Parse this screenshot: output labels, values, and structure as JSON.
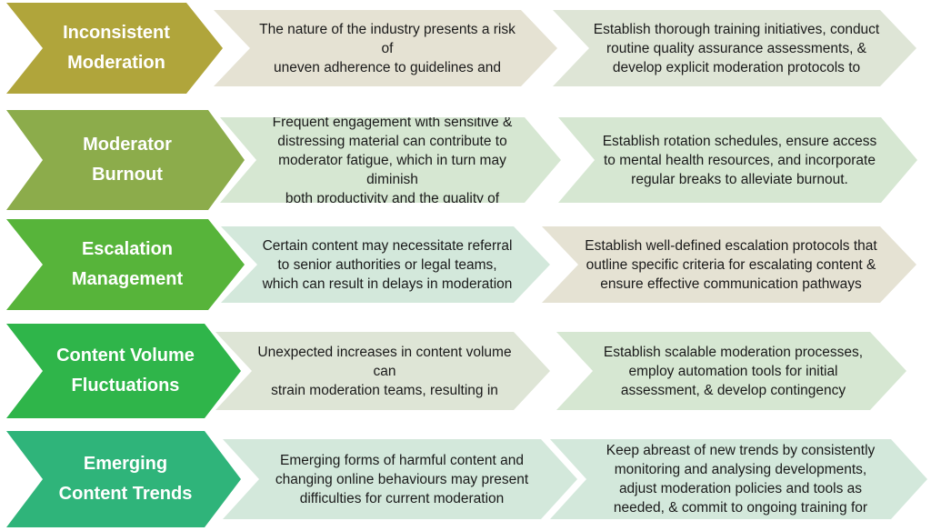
{
  "diagram": {
    "rows": [
      {
        "title_lines": [
          "Inconsistent",
          "Moderation"
        ],
        "title_color": "#B0A53B",
        "challenge_lines": [
          "The nature of the industry presents a risk of",
          "uneven adherence to guidelines and"
        ],
        "challenge_color": "#E5E2D3",
        "solution_lines": [
          "Establish thorough training initiatives, conduct",
          "routine quality assurance assessments, &",
          "develop explicit moderation protocols to"
        ],
        "solution_color": "#DEE5D6"
      },
      {
        "title_lines": [
          "Moderator",
          "Burnout"
        ],
        "title_color": "#8CAC4B",
        "challenge_lines": [
          "Frequent engagement with sensitive &",
          "distressing material can contribute to",
          "moderator fatigue, which in turn may diminish",
          "both productivity and the quality of"
        ],
        "challenge_color": "#D6E7D2",
        "solution_lines": [
          "Establish rotation schedules, ensure access",
          "to mental health resources, and incorporate",
          "regular breaks to alleviate burnout."
        ],
        "solution_color": "#D6E7D2"
      },
      {
        "title_lines": [
          "Escalation",
          "Management"
        ],
        "title_color": "#57B43A",
        "challenge_lines": [
          "Certain content may necessitate referral",
          "to senior authorities or legal teams,",
          "which can result in delays in moderation"
        ],
        "challenge_color": "#D3E8DB",
        "solution_lines": [
          "Establish well-defined escalation protocols that",
          "outline specific criteria for escalating content &",
          "ensure effective communication pathways"
        ],
        "solution_color": "#E5E2D3"
      },
      {
        "title_lines": [
          "Content Volume",
          "Fluctuations"
        ],
        "title_color": "#2FB54A",
        "challenge_lines": [
          "Unexpected increases in content volume can",
          "strain moderation teams, resulting in"
        ],
        "challenge_color": "#DEE5D6",
        "solution_lines": [
          "Establish scalable moderation processes,",
          "employ automation tools for initial",
          "assessment, & develop contingency"
        ],
        "solution_color": "#D6E7D2"
      },
      {
        "title_lines": [
          "Emerging",
          "Content Trends"
        ],
        "title_color": "#2FB47A",
        "challenge_lines": [
          "Emerging forms of harmful content and",
          "changing online behaviours may present",
          "difficulties for current moderation"
        ],
        "challenge_color": "#D3E8DB",
        "solution_lines": [
          "Keep abreast of new trends by consistently",
          "monitoring and analysing developments,",
          "adjust moderation policies and tools as",
          "needed, & commit to ongoing training for"
        ],
        "solution_color": "#D3E8DB"
      }
    ]
  }
}
